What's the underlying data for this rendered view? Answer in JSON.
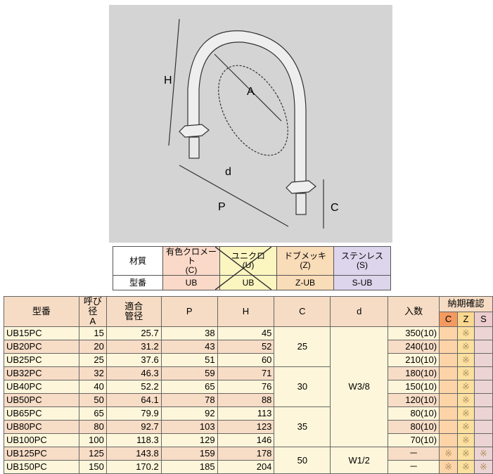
{
  "figure": {
    "labels": {
      "H": "H",
      "A": "A",
      "d": "d",
      "P": "P",
      "C": "C"
    }
  },
  "materials": {
    "row_label_material": "材質",
    "row_label_model": "型番",
    "items": [
      {
        "name": "有色クロメート",
        "code": "(C)",
        "model": "UB",
        "color": "#fbd9c8"
      },
      {
        "name": "ユニクロ",
        "code": "(U)",
        "model": "UB",
        "color": "#fbf5c0",
        "crossed_out": true
      },
      {
        "name": "ドブメッキ",
        "code": "(Z)",
        "model": "Z-UB",
        "color": "#f9dcb8"
      },
      {
        "name": "ステンレス",
        "code": "(S)",
        "model": "S-UB",
        "color": "#dcd5ec"
      }
    ]
  },
  "table": {
    "headers": {
      "model": "型番",
      "nominal": "呼び径",
      "nominal_unit": "A",
      "pipe": "適合",
      "pipe2": "管径",
      "P": "P",
      "H": "H",
      "C": "C",
      "d": "d",
      "qty": "入数",
      "delivery": "納期確認",
      "dc": "C",
      "dz": "Z",
      "ds": "S"
    },
    "rows": [
      {
        "model": "UB15PC",
        "a": "15",
        "pipe": "25.7",
        "P": "38",
        "H": "45",
        "qty": "350(10)",
        "c": "",
        "z": "※",
        "s": ""
      },
      {
        "model": "UB20PC",
        "a": "20",
        "pipe": "31.2",
        "P": "43",
        "H": "52",
        "qty": "240(10)",
        "c": "",
        "z": "※",
        "s": ""
      },
      {
        "model": "UB25PC",
        "a": "25",
        "pipe": "37.6",
        "P": "51",
        "H": "60",
        "qty": "210(10)",
        "c": "",
        "z": "※",
        "s": ""
      },
      {
        "model": "UB32PC",
        "a": "32",
        "pipe": "46.3",
        "P": "59",
        "H": "71",
        "qty": "180(10)",
        "c": "",
        "z": "※",
        "s": ""
      },
      {
        "model": "UB40PC",
        "a": "40",
        "pipe": "52.2",
        "P": "65",
        "H": "76",
        "qty": "150(10)",
        "c": "",
        "z": "※",
        "s": ""
      },
      {
        "model": "UB50PC",
        "a": "50",
        "pipe": "64.1",
        "P": "78",
        "H": "88",
        "qty": "120(10)",
        "c": "",
        "z": "※",
        "s": ""
      },
      {
        "model": "UB65PC",
        "a": "65",
        "pipe": "79.9",
        "P": "92",
        "H": "113",
        "qty": "80(10)",
        "c": "",
        "z": "※",
        "s": ""
      },
      {
        "model": "UB80PC",
        "a": "80",
        "pipe": "92.7",
        "P": "103",
        "H": "123",
        "qty": "80(10)",
        "c": "",
        "z": "※",
        "s": ""
      },
      {
        "model": "UB100PC",
        "a": "100",
        "pipe": "118.3",
        "P": "129",
        "H": "146",
        "qty": "70(10)",
        "c": "",
        "z": "※",
        "s": ""
      },
      {
        "model": "UB125PC",
        "a": "125",
        "pipe": "143.8",
        "P": "159",
        "H": "178",
        "qty": "－",
        "c": "※",
        "z": "※",
        "s": "※"
      },
      {
        "model": "UB150PC",
        "a": "150",
        "pipe": "170.2",
        "P": "185",
        "H": "204",
        "qty": "－",
        "c": "※",
        "z": "※",
        "s": "※"
      }
    ],
    "c_groups": [
      "25",
      "30",
      "35",
      "50"
    ],
    "d_groups": [
      "W3/8",
      "W1/2"
    ]
  }
}
